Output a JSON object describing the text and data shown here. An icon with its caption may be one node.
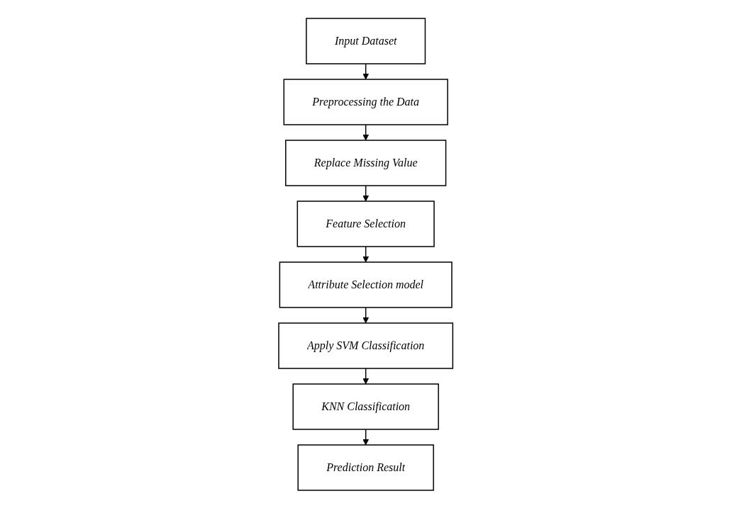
{
  "diagram": {
    "nodes": [
      {
        "text": [
          "Input Dataset"
        ]
      },
      {
        "text": [
          "Preprocessing the Data"
        ]
      },
      {
        "text": [
          "Replace Missing Value"
        ]
      },
      {
        "text": [
          "Feature Selection"
        ]
      },
      {
        "text": [
          "Attribute Selection model"
        ]
      },
      {
        "text": [
          "Apply SVM Classification"
        ]
      },
      {
        "text": [
          "KNN Classification"
        ]
      },
      {
        "text": [
          "Prediction Result"
        ]
      }
    ],
    "edges": [
      {
        "from": 0,
        "to": 1,
        "arrow": "to"
      },
      {
        "from": 1,
        "to": 2,
        "arrow": "to"
      },
      {
        "from": 2,
        "to": 3,
        "arrow": "to"
      },
      {
        "from": 3,
        "to": 4,
        "arrow": "to"
      },
      {
        "from": 4,
        "to": 5,
        "arrow": "to"
      },
      {
        "from": 5,
        "to": 6,
        "arrow": "to"
      },
      {
        "from": 6,
        "to": 7,
        "arrow": "to"
      }
    ]
  }
}
